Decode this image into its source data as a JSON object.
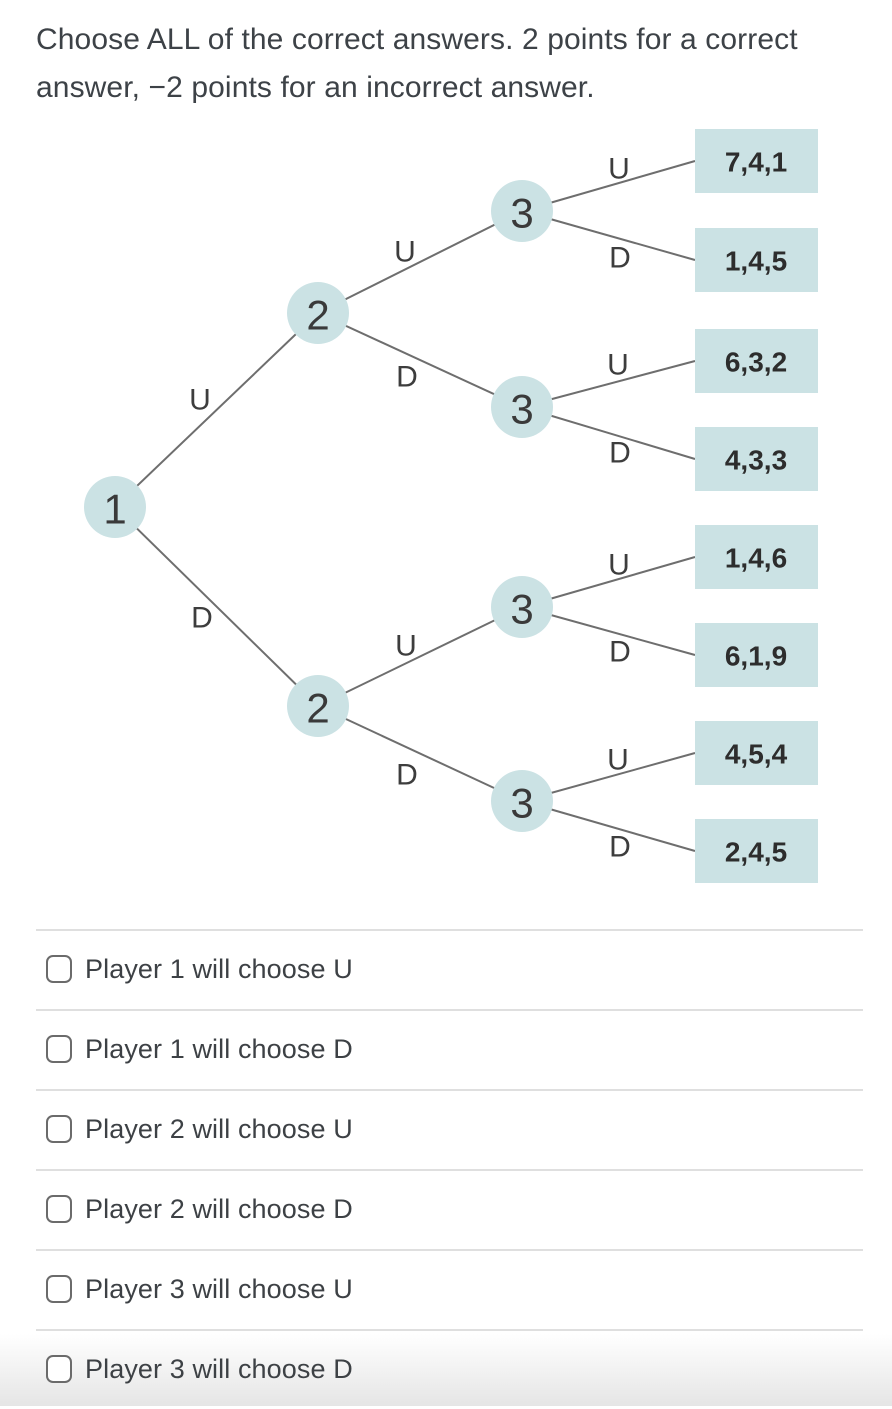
{
  "question": {
    "prompt": "Choose ALL of the correct answers. 2 points for a correct answer, −2 points for an incorrect answer."
  },
  "colors": {
    "node_fill": "#cbe2e4",
    "payoff_box_fill": "#cbe2e4",
    "branch_line": "#6e6e6e",
    "divider": "#dfdfdf",
    "text": "#3d4247"
  },
  "tree": {
    "type": "game-tree",
    "actions": {
      "up": "U",
      "down": "D"
    },
    "node_labels": {
      "root": "1",
      "level2": [
        "2",
        "2"
      ],
      "level3": [
        "3",
        "3",
        "3",
        "3"
      ]
    },
    "payoffs": [
      "7,4,1",
      "1,4,5",
      "6,3,2",
      "4,3,3",
      "1,4,6",
      "6,1,9",
      "4,5,4",
      "2,4,5"
    ]
  },
  "options": [
    {
      "label": "Player 1 will choose U",
      "checked": false
    },
    {
      "label": "Player 1 will choose D",
      "checked": false
    },
    {
      "label": "Player 2 will choose U",
      "checked": false
    },
    {
      "label": "Player 2 will choose D",
      "checked": false
    },
    {
      "label": "Player 3 will choose U",
      "checked": false
    },
    {
      "label": "Player 3 will choose D",
      "checked": false
    }
  ]
}
